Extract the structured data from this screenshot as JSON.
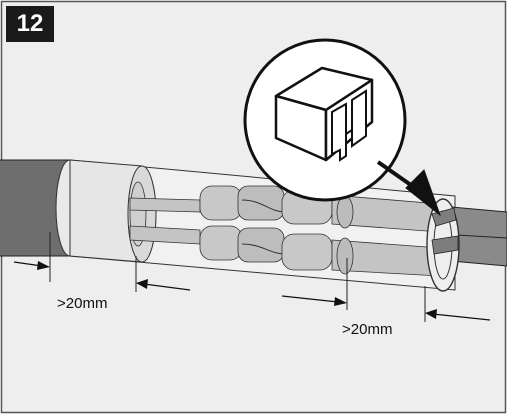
{
  "step": {
    "number": "12"
  },
  "dimensions": {
    "left_label": ">20mm",
    "right_label": ">20mm"
  },
  "colors": {
    "background": "#eeeeee",
    "cable_jacket": "#6f6f6f",
    "insulation": "#bdbdbd",
    "conductor": "#b0b0b0",
    "outline": "#222222",
    "badge": "#1a1a1a"
  },
  "icons": {
    "callout": "cable-end-cap-icon",
    "arrow": "pointer-arrow-icon"
  }
}
